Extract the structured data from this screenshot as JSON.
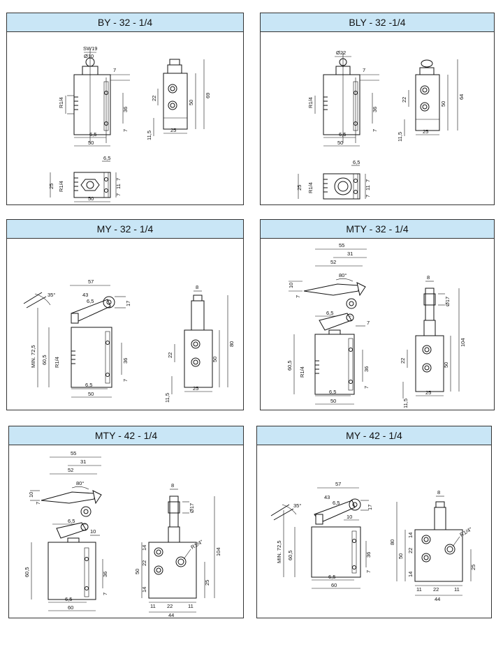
{
  "panels": [
    {
      "title": "BY - 32 - 1/4",
      "dims": {
        "sw": "SW19",
        "d": "Ø10",
        "seven": "7",
        "thirtysix": "36",
        "sixfive": "6,5",
        "fifty": "50",
        "thread": "R1/4",
        "twentytwo": "22",
        "sixtynine": "69",
        "fiftyb": "50",
        "eleven": "11,5",
        "twentyfive": "25",
        "sixfiveb": "6,5",
        "twentyfiveb": "25",
        "threadb": "R1/4",
        "fiftyc": "50",
        "sevenb": "7",
        "elevenb": "11",
        "sevenc": "7"
      }
    },
    {
      "title": "BLY - 32 -1/4",
      "dims": {
        "d": "Ø22",
        "seven": "7",
        "thirtysix": "36",
        "sixfive": "6,5",
        "fifty": "50",
        "thread": "R1/4",
        "twentytwo": "22",
        "sixtyfour": "64",
        "fiftyb": "50",
        "eleven": "11,5",
        "twentyfive": "25",
        "sixfiveb": "6,5",
        "twentyfiveb": "25",
        "threadb": "R1/4",
        "sevenb": "7",
        "elevenb": "11",
        "sevenc": "7"
      }
    },
    {
      "title": "MY - 32 - 1/4",
      "dims": {
        "fiftyseven": "57",
        "fortythree": "43",
        "sixfive": "6,5",
        "angle": "35°",
        "seventeen": "17",
        "min": "MIN. 72,5",
        "sixtyfive": "60,5",
        "thread": "R1/4",
        "thirtysix": "36",
        "seven": "7",
        "sixfiveb": "6,5",
        "fifty": "50",
        "eight": "8",
        "eighty": "80",
        "twentytwo": "22",
        "fiftyb": "50",
        "eleven": "11,5",
        "twentyfive": "25"
      }
    },
    {
      "title": "MTY - 32 - 1/4",
      "dims": {
        "fiftyfive": "55",
        "thirtyone": "31",
        "fiftytwo": "52",
        "ten": "10",
        "seven": "7",
        "angle": "80°",
        "sixfive": "6,5",
        "sevenb": "7",
        "sixtyfive": "60,5",
        "thread": "R1/4",
        "thirtysix": "36",
        "sevenc": "7",
        "sixfiveb": "6,5",
        "fifty": "50",
        "eight": "8",
        "d17": "Ø17",
        "hundredfour": "104",
        "twentytwo": "22",
        "fiftyb": "50",
        "eleven": "11,5",
        "twentyfive": "25"
      }
    },
    {
      "title": "MTY - 42 - 1/4",
      "dims": {
        "fiftyfive": "55",
        "thirtyone": "31",
        "fiftytwo": "52",
        "ten": "10",
        "seven": "7",
        "angle": "80°",
        "sixfive": "6,5",
        "tenb": "10",
        "sixtyfive": "60,5",
        "thirtysix": "36",
        "sevenb": "7",
        "sixfiveb": "6,5",
        "sixty": "60",
        "eight": "8",
        "d17": "Ø17",
        "hundredfour": "104",
        "fourteen": "14",
        "fifty": "50",
        "twentytwo": "22",
        "fourteenb": "14",
        "thread": "R1/4\"",
        "twentyfive": "25",
        "eleven": "11",
        "twentytwob": "22",
        "elevenb": "11",
        "fortyfour": "44"
      }
    },
    {
      "title": "MY - 42 - 1/4",
      "dims": {
        "fiftyseven": "57",
        "fortythree": "43",
        "sixfive": "6,5",
        "angle": "35°",
        "seventeen": "17",
        "ten": "10",
        "min": "MIN. 72,5",
        "sixtyfive": "60,5",
        "thirtysix": "36",
        "seven": "7",
        "sixfiveb": "6,5",
        "sixty": "60",
        "eight": "8",
        "eighty": "80",
        "fourteen": "14",
        "fifty": "50",
        "twentytwo": "22",
        "fourteenb": "14",
        "thread": "R1/4\"",
        "twentyfive": "25",
        "eleven": "11",
        "twentytwob": "22",
        "elevenb": "11",
        "fortyfour": "44"
      }
    }
  ]
}
